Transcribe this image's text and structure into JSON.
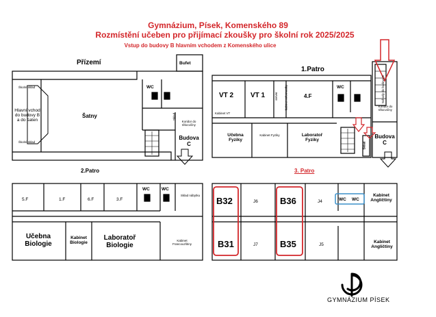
{
  "header": {
    "title": "Gymnázium, Písek, Komenského 89",
    "subtitle": "Rozmístění učeben pro přijímací zkoušky pro školní rok 2025/2025",
    "entry_note": "Vstup do budovy B hlavním vchodem z Komenského ulice"
  },
  "floors": {
    "ground": {
      "name": "Přízemí",
      "rooms": {
        "bufet": "Bufet",
        "wc": "WC",
        "satny": "Šatny",
        "entrance": "Hlavní vchod do budovy B a do šaten",
        "storage_top": "Školní sklad",
        "storage_bottom": "Školní sklad",
        "storage_mid": "Sklad",
        "corridor": "Koridor do tělocvičny",
        "building": "Budova C"
      }
    },
    "first": {
      "name": "1.Patro",
      "rooms": {
        "vt2": "VT 2",
        "vt1": "VT 1",
        "server": "server",
        "cabinet_it": "kabinet informatiky",
        "room_4f": "4.F",
        "wc": "WC",
        "cabinet_vt": "Kabinet VT",
        "physics": "Učebna Fyziky",
        "physics_cabinet": "Kabinet Fyziky",
        "physics_lab": "Laboratoř Fyziky",
        "stairs_note": "Schody do budovy B",
        "corridor": "Koridor do tělocvičny",
        "storage": "Sklad",
        "building": "Budova C"
      }
    },
    "second": {
      "name": "2.Patro",
      "rooms": {
        "r5f": "5.F",
        "r1f": "1.F",
        "r6f": "6.F",
        "r3f": "3.F",
        "wc1": "WC",
        "wc2": "WC",
        "storage": "Sklad nábytku",
        "biology": "Učebna Biologie",
        "biology_cabinet": "Kabinet Biologie",
        "biology_lab": "Laboratoř Biologie",
        "french_cabinet": "Kabinet Francouzštiny"
      }
    },
    "third": {
      "name": "3. Patro",
      "rooms": {
        "b32": "B32",
        "j6": "J6",
        "b36": "B36",
        "j4": "J4",
        "wc1": "WC",
        "wc2": "WC",
        "english_top": "Kabinet Angličtiny",
        "b31": "B31",
        "j7": "J7",
        "b35": "B35",
        "j5": "J5",
        "english_bottom": "Kabinet Angličtiny"
      }
    }
  },
  "logo": {
    "text": "GYMNÁZIUM PÍSEK"
  },
  "colors": {
    "accent": "#d3262a",
    "wc_box": "#3a8fc9"
  }
}
